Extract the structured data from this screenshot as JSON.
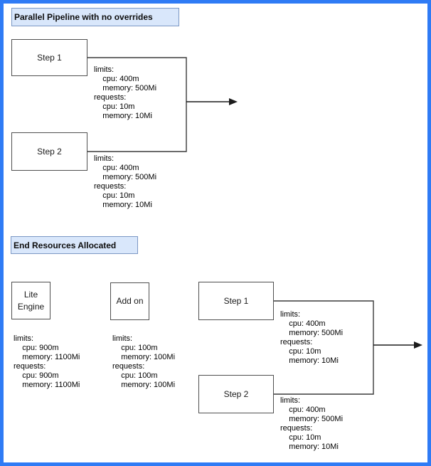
{
  "page": {
    "frame_border_color": "#2f7bf5",
    "title_fill_color": "#d9e7fb",
    "title_border_color": "#7b97c4",
    "node_border_color": "#4f4f4f",
    "connector_color": "#3a3a3a"
  },
  "top_section": {
    "title": "Parallel Pipeline with no overrides",
    "step1": {
      "label": "Step 1",
      "resources": "limits:\n    cpu: 400m\n    memory: 500Mi\nrequests:\n    cpu: 10m\n    memory: 10Mi"
    },
    "step2": {
      "label": "Step 2",
      "resources": "limits:\n    cpu: 400m\n    memory: 500Mi\nrequests:\n    cpu: 10m\n    memory: 10Mi"
    }
  },
  "bottom_section": {
    "title": "End Resources Allocated",
    "lite_engine": {
      "label": "Lite\nEngine",
      "resources": "limits:\n    cpu: 900m\n    memory: 1100Mi\nrequests:\n    cpu: 900m\n    memory: 1100Mi"
    },
    "addon": {
      "label": "Add on",
      "resources": "limits:\n    cpu: 100m\n    memory: 100Mi\nrequests:\n    cpu: 100m\n    memory: 100Mi"
    },
    "step1": {
      "label": "Step 1",
      "resources": "limits:\n    cpu: 400m\n    memory: 500Mi\nrequests:\n    cpu: 10m\n    memory: 10Mi"
    },
    "step2": {
      "label": "Step 2",
      "resources": "limits:\n    cpu: 400m\n    memory: 500Mi\nrequests:\n    cpu: 10m\n    memory: 10Mi"
    }
  }
}
